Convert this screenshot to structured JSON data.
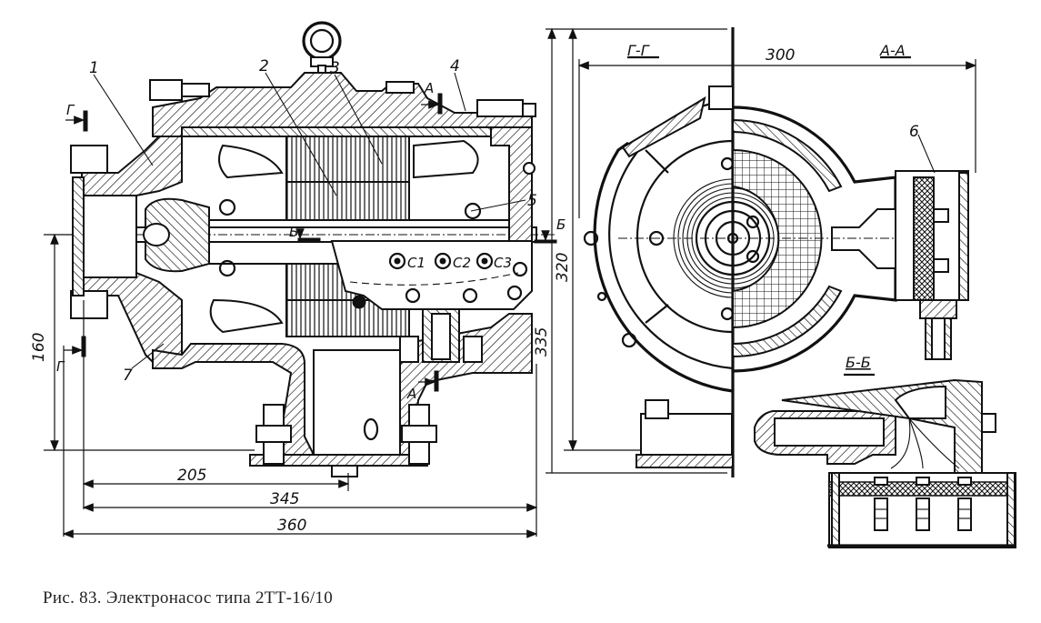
{
  "figure": {
    "caption": "Рис. 83. Электронасос типа 2ТТ-16/10",
    "part_labels": [
      "1",
      "2",
      "3",
      "4",
      "5",
      "6",
      "7"
    ],
    "terminal_labels": [
      "C1",
      "C2",
      "C3"
    ],
    "section_markers": {
      "g_top": "Г",
      "g_bottom": "Г",
      "a_top": "А",
      "a_bottom": "А",
      "b_left": "Б",
      "b_right": "Б"
    },
    "section_titles": {
      "g_g": "Г-Г",
      "a_a": "А-А",
      "b_b": "Б-Б"
    },
    "dimensions": {
      "d160": "160",
      "d205": "205",
      "d345": "345",
      "d360": "360",
      "d320": "320",
      "d335": "335",
      "d300": "300"
    }
  }
}
